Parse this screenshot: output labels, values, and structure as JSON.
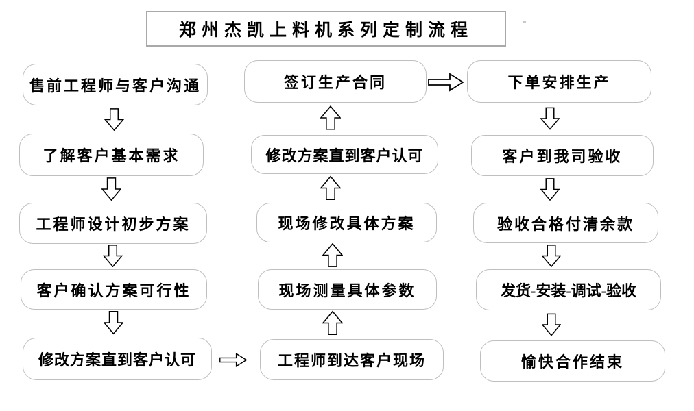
{
  "title": {
    "text": "郑州杰凯上料机系列定制流程"
  },
  "flow": {
    "left_column": [
      "售前工程师与客户沟通",
      "了解客户基本需求",
      "工程师设计初步方案",
      "客户确认方案可行性",
      "修改方案直到客户认可"
    ],
    "middle_column": [
      "签订生产合同",
      "修改方案直到客户认可",
      "现场修改具体方案",
      "现场测量具体参数",
      "工程师到达客户现场"
    ],
    "right_column": [
      "下单安排生产",
      "客户到我司验收",
      "验收合格付清余款",
      "发货-安装-调试-验收",
      "愉快合作结束"
    ]
  },
  "arrows": {
    "left_column_direction": "down",
    "middle_column_direction": "up",
    "right_column_direction": "down",
    "left_to_middle": "right",
    "middle_to_right": "right"
  },
  "colors": {
    "background": "#ffffff",
    "box_border": "#bfbfbf",
    "title_border": "#a9a9a9",
    "text": "#000000",
    "arrow_outline": "#000000",
    "arrow_fill": "#ffffff"
  }
}
